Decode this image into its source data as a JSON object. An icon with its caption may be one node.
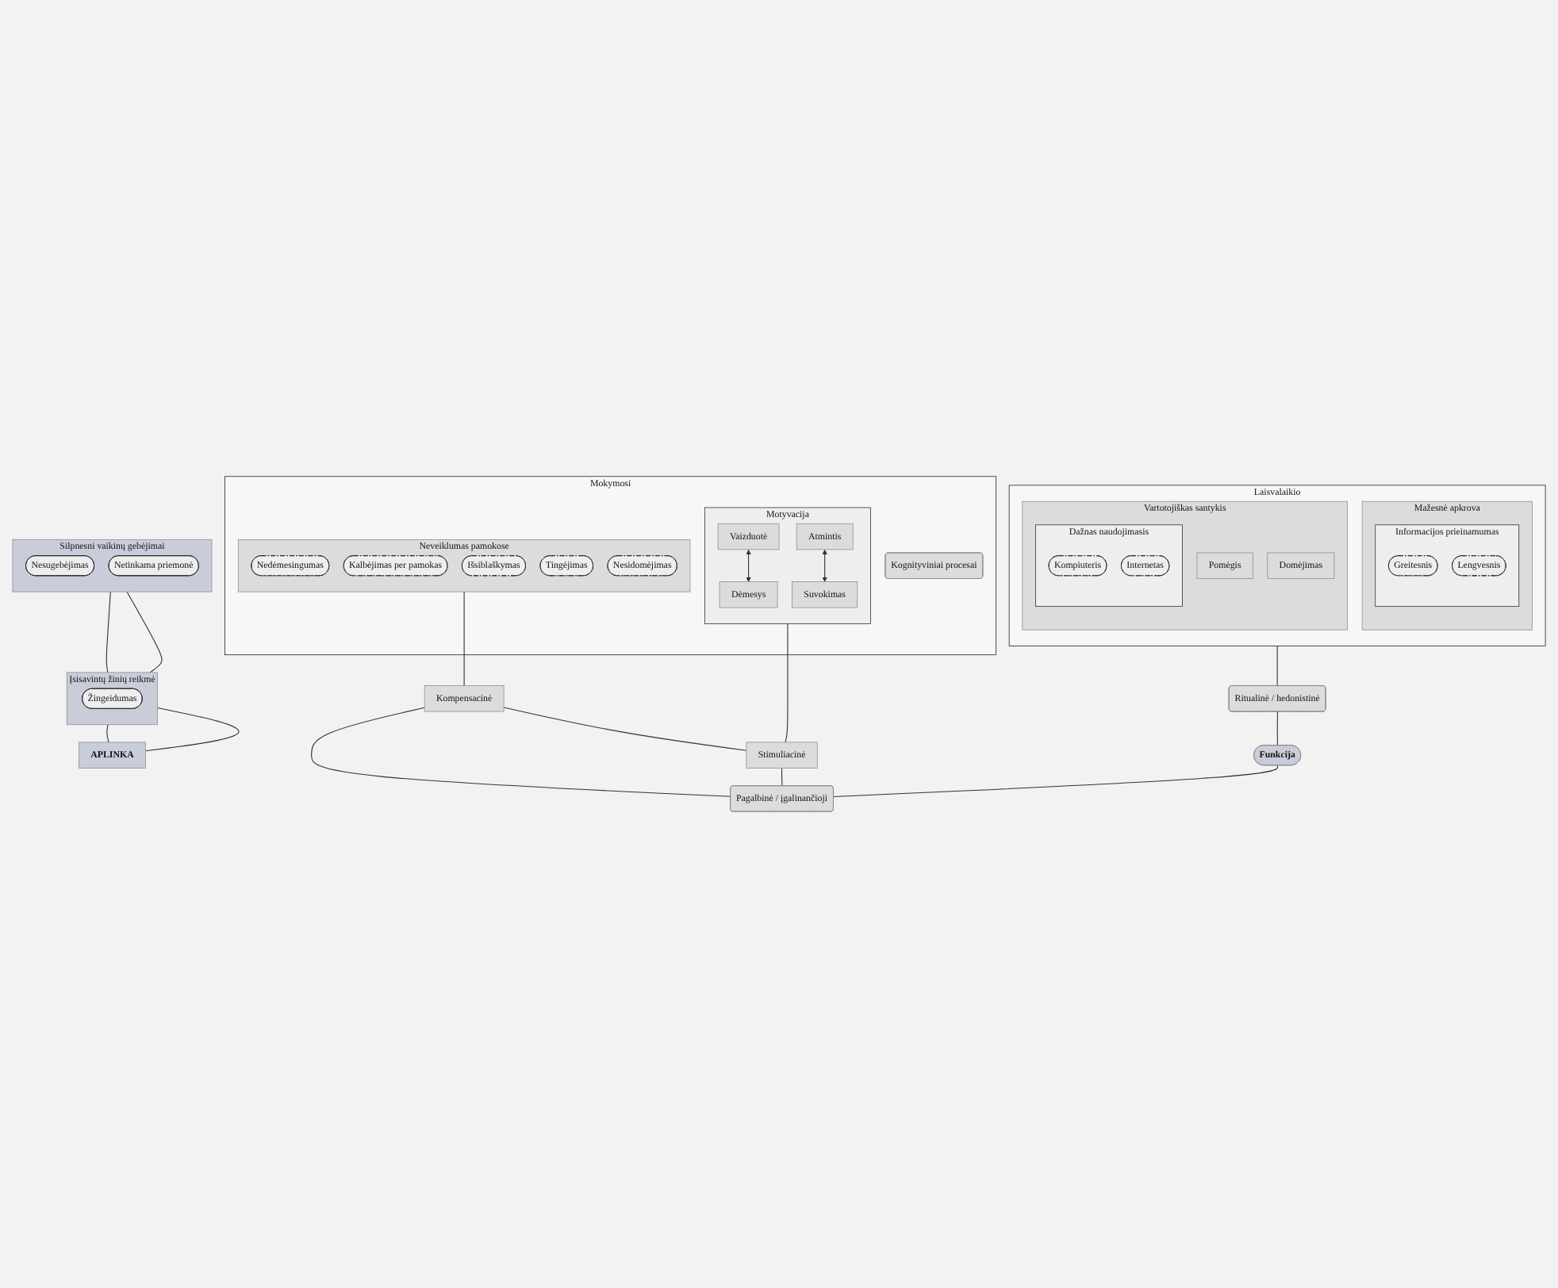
{
  "diagram": {
    "nodes": [
      {
        "text": [
          "Laisvalaikio"
        ]
      },
      {
        "text": [
          "Mažesnė apkrova"
        ],
        "in": 0
      },
      {
        "text": [
          "Informacijos prieinamumas"
        ],
        "in": 1
      },
      {
        "text": [
          "Greitesnis"
        ],
        "in": 2
      },
      {
        "text": [
          "Lengvesnis"
        ],
        "in": 2
      },
      {
        "text": [
          "Vartotojiškas santykis"
        ],
        "in": 0
      },
      {
        "text": [
          "Dažnas naudojimasis"
        ],
        "in": 5
      },
      {
        "text": [
          "Kompiuteris"
        ],
        "in": 6
      },
      {
        "text": [
          "Internetas"
        ],
        "in": 6
      },
      {
        "text": [
          "Pomėgis"
        ],
        "in": 5
      },
      {
        "text": [
          "Domėjimas"
        ],
        "in": 5
      },
      {
        "text": [
          "Silpnesni vaikinų gebėjimai"
        ]
      },
      {
        "text": [
          "Nesugebėjimas"
        ],
        "in": 11
      },
      {
        "text": [
          "Netinkama priemonė"
        ],
        "in": 11
      },
      {
        "text": [
          "Įsisavintų žinių reikmė"
        ]
      },
      {
        "text": [
          "Žingeidumas"
        ],
        "in": 14
      },
      {
        "text": [
          "Mokymosi"
        ]
      },
      {
        "text": [
          "Motyvacija"
        ],
        "in": 16
      },
      {
        "text": [
          "Atmintis"
        ],
        "in": 17
      },
      {
        "text": [
          "Vaizduotė"
        ],
        "in": 17
      },
      {
        "text": [
          "Dėmesys"
        ],
        "in": 17
      },
      {
        "text": [
          "Suvokimas"
        ],
        "in": 17
      },
      {
        "text": [
          "Kognityviniai procesai"
        ],
        "in": 16
      },
      {
        "text": [
          "Neveiklumas pamokose"
        ],
        "in": 16
      },
      {
        "text": [
          "Nedėmesingumas"
        ],
        "in": 23
      },
      {
        "text": [
          "Kalbėjimas per pamokas"
        ],
        "in": 23
      },
      {
        "text": [
          "Išsiblaškymas"
        ],
        "in": 23
      },
      {
        "text": [
          "Tingėjimas"
        ],
        "in": 23
      },
      {
        "text": [
          "Nesidomėjimas"
        ],
        "in": 23
      },
      {
        "text": [
          "APLINKA"
        ]
      },
      {
        "text": [
          "Kompensacinė"
        ]
      },
      {
        "text": [
          "Stimuliacinė"
        ]
      },
      {
        "text": [
          "Ritualinė / hedonistinė"
        ]
      },
      {
        "text": [
          "Funkcija"
        ]
      },
      {
        "text": [
          "Pagalbinė / įgalinančioji"
        ]
      }
    ],
    "edges": [
      {
        "from": 19,
        "to": 20,
        "arrow": "both"
      },
      {
        "from": 18,
        "to": 21,
        "arrow": "both"
      },
      {
        "from": 11,
        "to": 14,
        "arrow": "none"
      },
      {
        "from": 11,
        "to": 14,
        "arrow": "none"
      },
      {
        "from": 14,
        "to": 29,
        "arrow": "none"
      },
      {
        "from": 14,
        "to": 29,
        "arrow": "none"
      },
      {
        "from": 17,
        "to": 31,
        "arrow": "none"
      },
      {
        "from": 23,
        "to": 30,
        "arrow": "none"
      },
      {
        "from": 30,
        "to": 31,
        "arrow": "none"
      },
      {
        "from": 0,
        "to": 32,
        "arrow": "none"
      },
      {
        "from": 30,
        "to": 34,
        "arrow": "none"
      },
      {
        "from": 31,
        "to": 34,
        "arrow": "none"
      },
      {
        "from": 32,
        "to": 33,
        "arrow": "none"
      },
      {
        "from": 33,
        "to": 34,
        "arrow": "none"
      }
    ]
  }
}
